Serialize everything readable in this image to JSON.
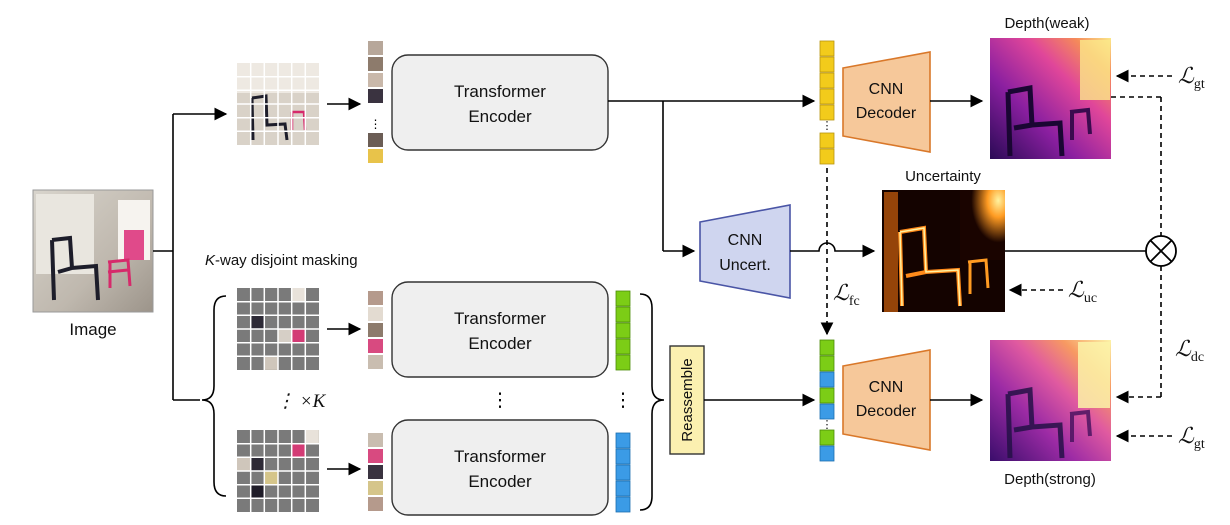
{
  "input": {
    "label": "Image"
  },
  "masking": {
    "title_var": "K",
    "title_rest": "-way disjoint masking",
    "times_label": "⋮ ×K"
  },
  "encoders": [
    {
      "line1": "Transformer",
      "line2": "Encoder"
    },
    {
      "line1": "Transformer",
      "line2": "Encoder"
    },
    {
      "line1": "Transformer",
      "line2": "Encoder"
    }
  ],
  "reassemble": {
    "label": "Reassemble"
  },
  "decoders": [
    {
      "line1": "CNN",
      "line2": "Decoder"
    },
    {
      "line1": "CNN",
      "line2": "Decoder"
    }
  ],
  "uncert_net": {
    "line1": "CNN",
    "line2": "Uncert."
  },
  "outputs": {
    "weak": "Depth(weak)",
    "uncertainty": "Uncertainty",
    "strong": "Depth(strong)"
  },
  "losses": {
    "gt_top": {
      "main": "ℒ",
      "sub": "gt"
    },
    "uc": {
      "main": "ℒ",
      "sub": "uc"
    },
    "fc": {
      "main": "ℒ",
      "sub": "fc"
    },
    "dc": {
      "main": "ℒ",
      "sub": "dc"
    },
    "gt_bottom": {
      "main": "ℒ",
      "sub": "gt"
    }
  },
  "multiply_symbol": "⊗",
  "colors": {
    "encoder_fill": "#efefef",
    "decoder_fill": "#f6c89a",
    "decoder_stroke": "#d9782a",
    "uncert_fill": "#cfd5ef",
    "uncert_stroke": "#4a55a6",
    "reassemble_fill": "#fbf0b0",
    "token_weak": "#f2cb1b",
    "token_green": "#7ccd16",
    "token_blue": "#3b9be6",
    "mask_gray": "#7a7a7a"
  }
}
